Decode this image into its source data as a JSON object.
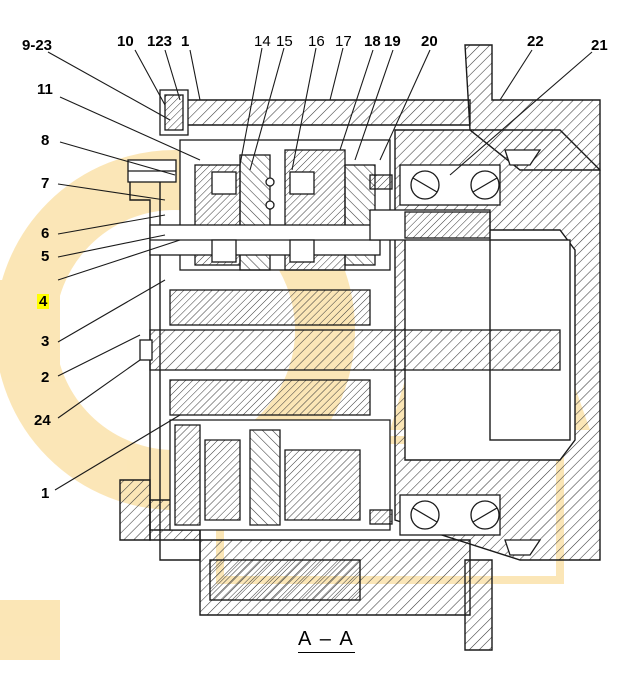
{
  "section_title": "A – A",
  "callouts": {
    "c9_23": "9-23",
    "c10": "10",
    "c123": "123",
    "c1_top": "1",
    "c14": "14",
    "c15": "15",
    "c16": "16",
    "c17": "17",
    "c18": "18",
    "c19": "19",
    "c20": "20",
    "c22": "22",
    "c21": "21",
    "c11": "11",
    "c8": "8",
    "c7": "7",
    "c6": "6",
    "c5": "5",
    "c4": "4",
    "c3": "3",
    "c2": "2",
    "c24": "24",
    "c1_bottom": "1"
  },
  "highlighted_callout": "4",
  "colors": {
    "line": "#1a1a1a",
    "hatch": "#3a3a3a",
    "highlight": "#ffff00",
    "watermark": "#f7c85f"
  }
}
